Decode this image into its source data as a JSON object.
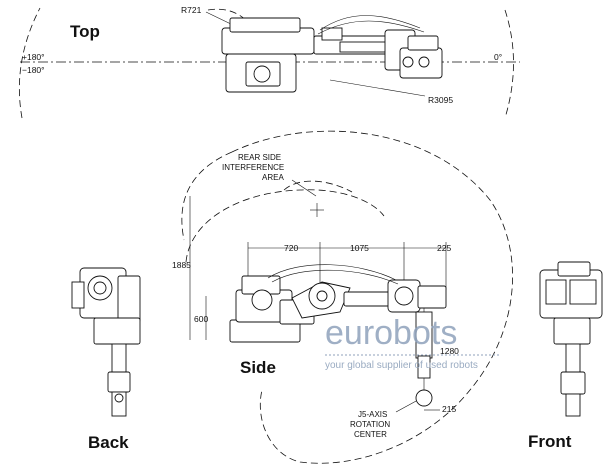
{
  "views": {
    "top": "Top",
    "side": "Side",
    "back": "Back",
    "front": "Front"
  },
  "top_view": {
    "radius_inner": "R721",
    "radius_outer": "R3095",
    "angle_pos180": "+180°",
    "angle_neg180": "−180°",
    "angle_zero": "0°"
  },
  "side_view": {
    "interference_line1": "REAR SIDE",
    "interference_line2": "INTERFERENCE",
    "interference_line3": "AREA",
    "dim_720": "720",
    "dim_1075": "1075",
    "dim_225": "225",
    "dim_1885": "1885",
    "dim_600": "600",
    "dim_1280": "1280",
    "dim_215": "215",
    "j5_line1": "J5-AXIS",
    "j5_line2": "ROTATION",
    "j5_line3": "CENTER"
  },
  "watermark": {
    "brand": "eurobots",
    "tagline": "your global supplier of used robots"
  },
  "colors": {
    "line": "#111111",
    "watermark": "#8fa2bb",
    "background": "#ffffff"
  }
}
